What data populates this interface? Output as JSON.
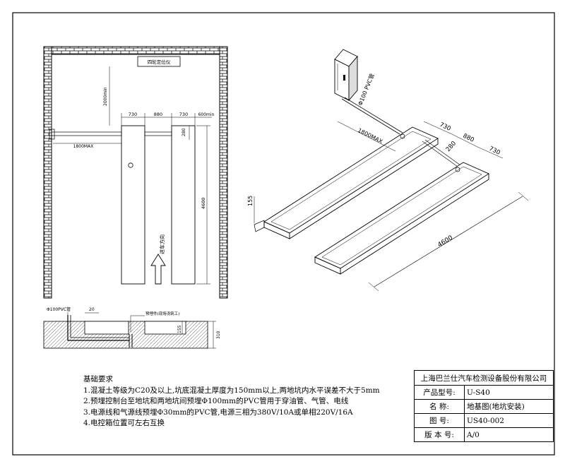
{
  "plan": {
    "box_label": "四轮定位仪",
    "dim_2000": "2000min",
    "dim_730_left": "730",
    "dim_880": "880",
    "dim_730_right": "730",
    "dim_600": "600min",
    "dim_1800": "1800MAX",
    "dim_280": "280",
    "dim_4600": "4600",
    "direction": "进车方向"
  },
  "section": {
    "pvc_label": "Φ100PVC管",
    "dim_20": "20",
    "embed_label": "预埋件(现场浇筑工)",
    "dim_155": "155",
    "dim_310": "310"
  },
  "iso": {
    "pvc_label": "Φ100 PVC管",
    "dim_730_a": "730",
    "dim_880": "880",
    "dim_280": "280",
    "dim_730_b": "730",
    "dim_1800": "1800MAX",
    "dim_155": "155",
    "dim_4600": "4600"
  },
  "notes": {
    "title": "基础要求",
    "items": [
      "1.混凝土等级为C20及以上,坑底混凝土厚度为150mm以上,两地坑内水平误差不大于5mm",
      "2.预埋控制台至地坑和两地坑间预埋Φ100mm的PVC管用于穿油管、气管、电线",
      "3.电源线和气源线预埋Φ30mm的PVC管,电源三相为380V/10A或单相220V/16A",
      "4.电控箱位置可左右互换"
    ]
  },
  "titleblock": {
    "company": "上海巴兰仕汽车检测设备股份有限公司",
    "rows": [
      {
        "label": "产品型号:",
        "value": "U-S40"
      },
      {
        "label": "名    称:",
        "value": "地基图(地坑安装)"
      },
      {
        "label": "图    号:",
        "value": "US40-002"
      },
      {
        "label": "版 本 号:",
        "value": "A/0"
      }
    ]
  }
}
